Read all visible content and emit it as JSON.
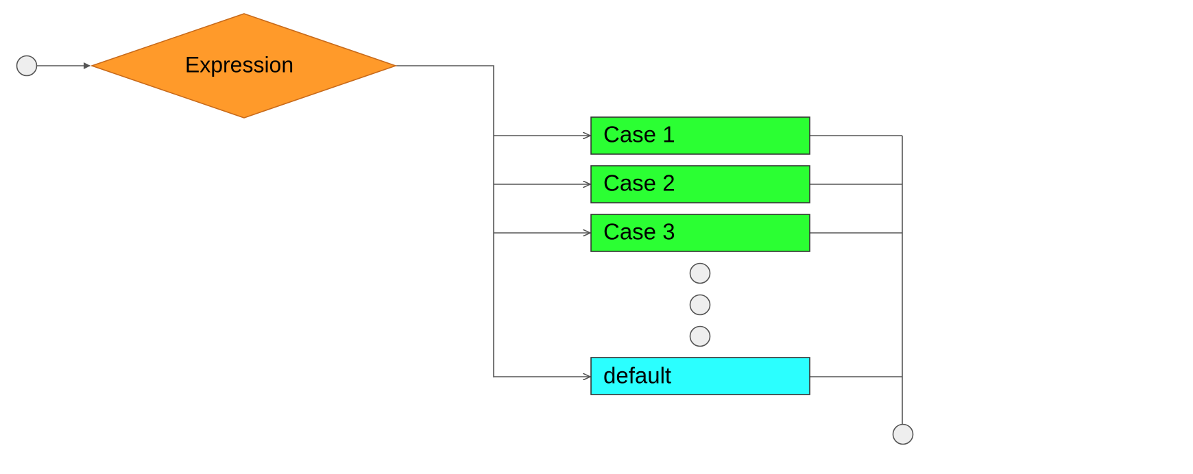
{
  "decision": {
    "label": "Expression",
    "fill": "#FF9A2A",
    "stroke": "#C86A1A"
  },
  "cases": [
    {
      "label": "Case 1",
      "fill": "#2BFF33"
    },
    {
      "label": "Case 2",
      "fill": "#2BFF33"
    },
    {
      "label": "Case 3",
      "fill": "#2BFF33"
    }
  ],
  "default_case": {
    "label": "default",
    "fill": "#2BFFFF"
  },
  "colors": {
    "line": "#555555",
    "box_stroke": "#333333",
    "terminal_fill": "#EEEEEE",
    "terminal_stroke": "#555555"
  }
}
